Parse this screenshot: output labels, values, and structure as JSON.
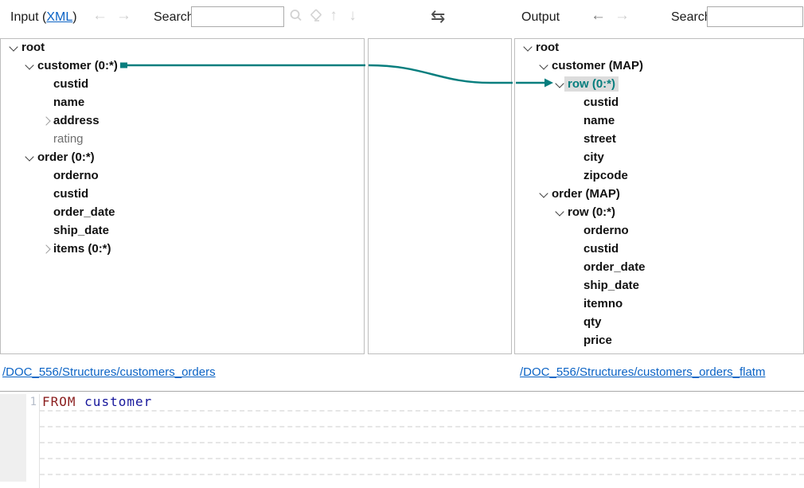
{
  "toolbar": {
    "input_title_prefix": "Input (",
    "input_format_link": "XML",
    "input_title_suffix": ")",
    "input_search_label": "Search:",
    "input_search_value": "",
    "output_title": "Output",
    "output_search_label": "Search:",
    "output_search_value": "",
    "icons": {
      "back": "←",
      "forward": "→",
      "up": "↑",
      "down": "↓",
      "swap": "⇆"
    }
  },
  "mapping": {
    "source": "customer (0:*)",
    "target": "row (0:*)",
    "connector_color": "#077e7e"
  },
  "left_tree": {
    "rows": [
      {
        "label": "root",
        "level": 0,
        "chevron": "down"
      },
      {
        "label": "customer (0:*)",
        "level": 1,
        "chevron": "down"
      },
      {
        "label": "custid",
        "level": 2,
        "chevron": "none"
      },
      {
        "label": "name",
        "level": 2,
        "chevron": "none"
      },
      {
        "label": "address",
        "level": 2,
        "chevron": "right"
      },
      {
        "label": "rating",
        "level": 2,
        "chevron": "none",
        "muted": true
      },
      {
        "label": "order (0:*)",
        "level": 1,
        "chevron": "down"
      },
      {
        "label": "orderno",
        "level": 2,
        "chevron": "none"
      },
      {
        "label": "custid",
        "level": 2,
        "chevron": "none"
      },
      {
        "label": "order_date",
        "level": 2,
        "chevron": "none"
      },
      {
        "label": "ship_date",
        "level": 2,
        "chevron": "none"
      },
      {
        "label": "items (0:*)",
        "level": 2,
        "chevron": "right"
      }
    ]
  },
  "right_tree": {
    "rows": [
      {
        "label": "root",
        "level": 0,
        "chevron": "down"
      },
      {
        "label": "customer (MAP)",
        "level": 1,
        "chevron": "down"
      },
      {
        "label": "row (0:*)",
        "level": 2,
        "chevron": "down",
        "selected": true
      },
      {
        "label": "custid",
        "level": 3,
        "chevron": "none"
      },
      {
        "label": "name",
        "level": 3,
        "chevron": "none"
      },
      {
        "label": "street",
        "level": 3,
        "chevron": "none"
      },
      {
        "label": "city",
        "level": 3,
        "chevron": "none"
      },
      {
        "label": "zipcode",
        "level": 3,
        "chevron": "none"
      },
      {
        "label": "order (MAP)",
        "level": 1,
        "chevron": "down"
      },
      {
        "label": "row (0:*)",
        "level": 2,
        "chevron": "down"
      },
      {
        "label": "orderno",
        "level": 3,
        "chevron": "none"
      },
      {
        "label": "custid",
        "level": 3,
        "chevron": "none"
      },
      {
        "label": "order_date",
        "level": 3,
        "chevron": "none"
      },
      {
        "label": "ship_date",
        "level": 3,
        "chevron": "none"
      },
      {
        "label": "itemno",
        "level": 3,
        "chevron": "none"
      },
      {
        "label": "qty",
        "level": 3,
        "chevron": "none"
      },
      {
        "label": "price",
        "level": 3,
        "chevron": "none"
      }
    ]
  },
  "footer": {
    "input_path": "/DOC_556/Structures/customers_orders",
    "output_path": "/DOC_556/Structures/customers_orders_flatm"
  },
  "editor": {
    "line_number": "1",
    "tokens": [
      {
        "text": "FROM",
        "type": "keyword"
      },
      {
        "text": " ",
        "type": "plain"
      },
      {
        "text": "customer",
        "type": "identifier"
      }
    ]
  },
  "colors": {
    "connector": "#077e7e",
    "link": "#0b63c5",
    "keyword": "#8b1f1f",
    "identifier": "#16169b",
    "selected_row_bg": "#dcdcdc"
  }
}
